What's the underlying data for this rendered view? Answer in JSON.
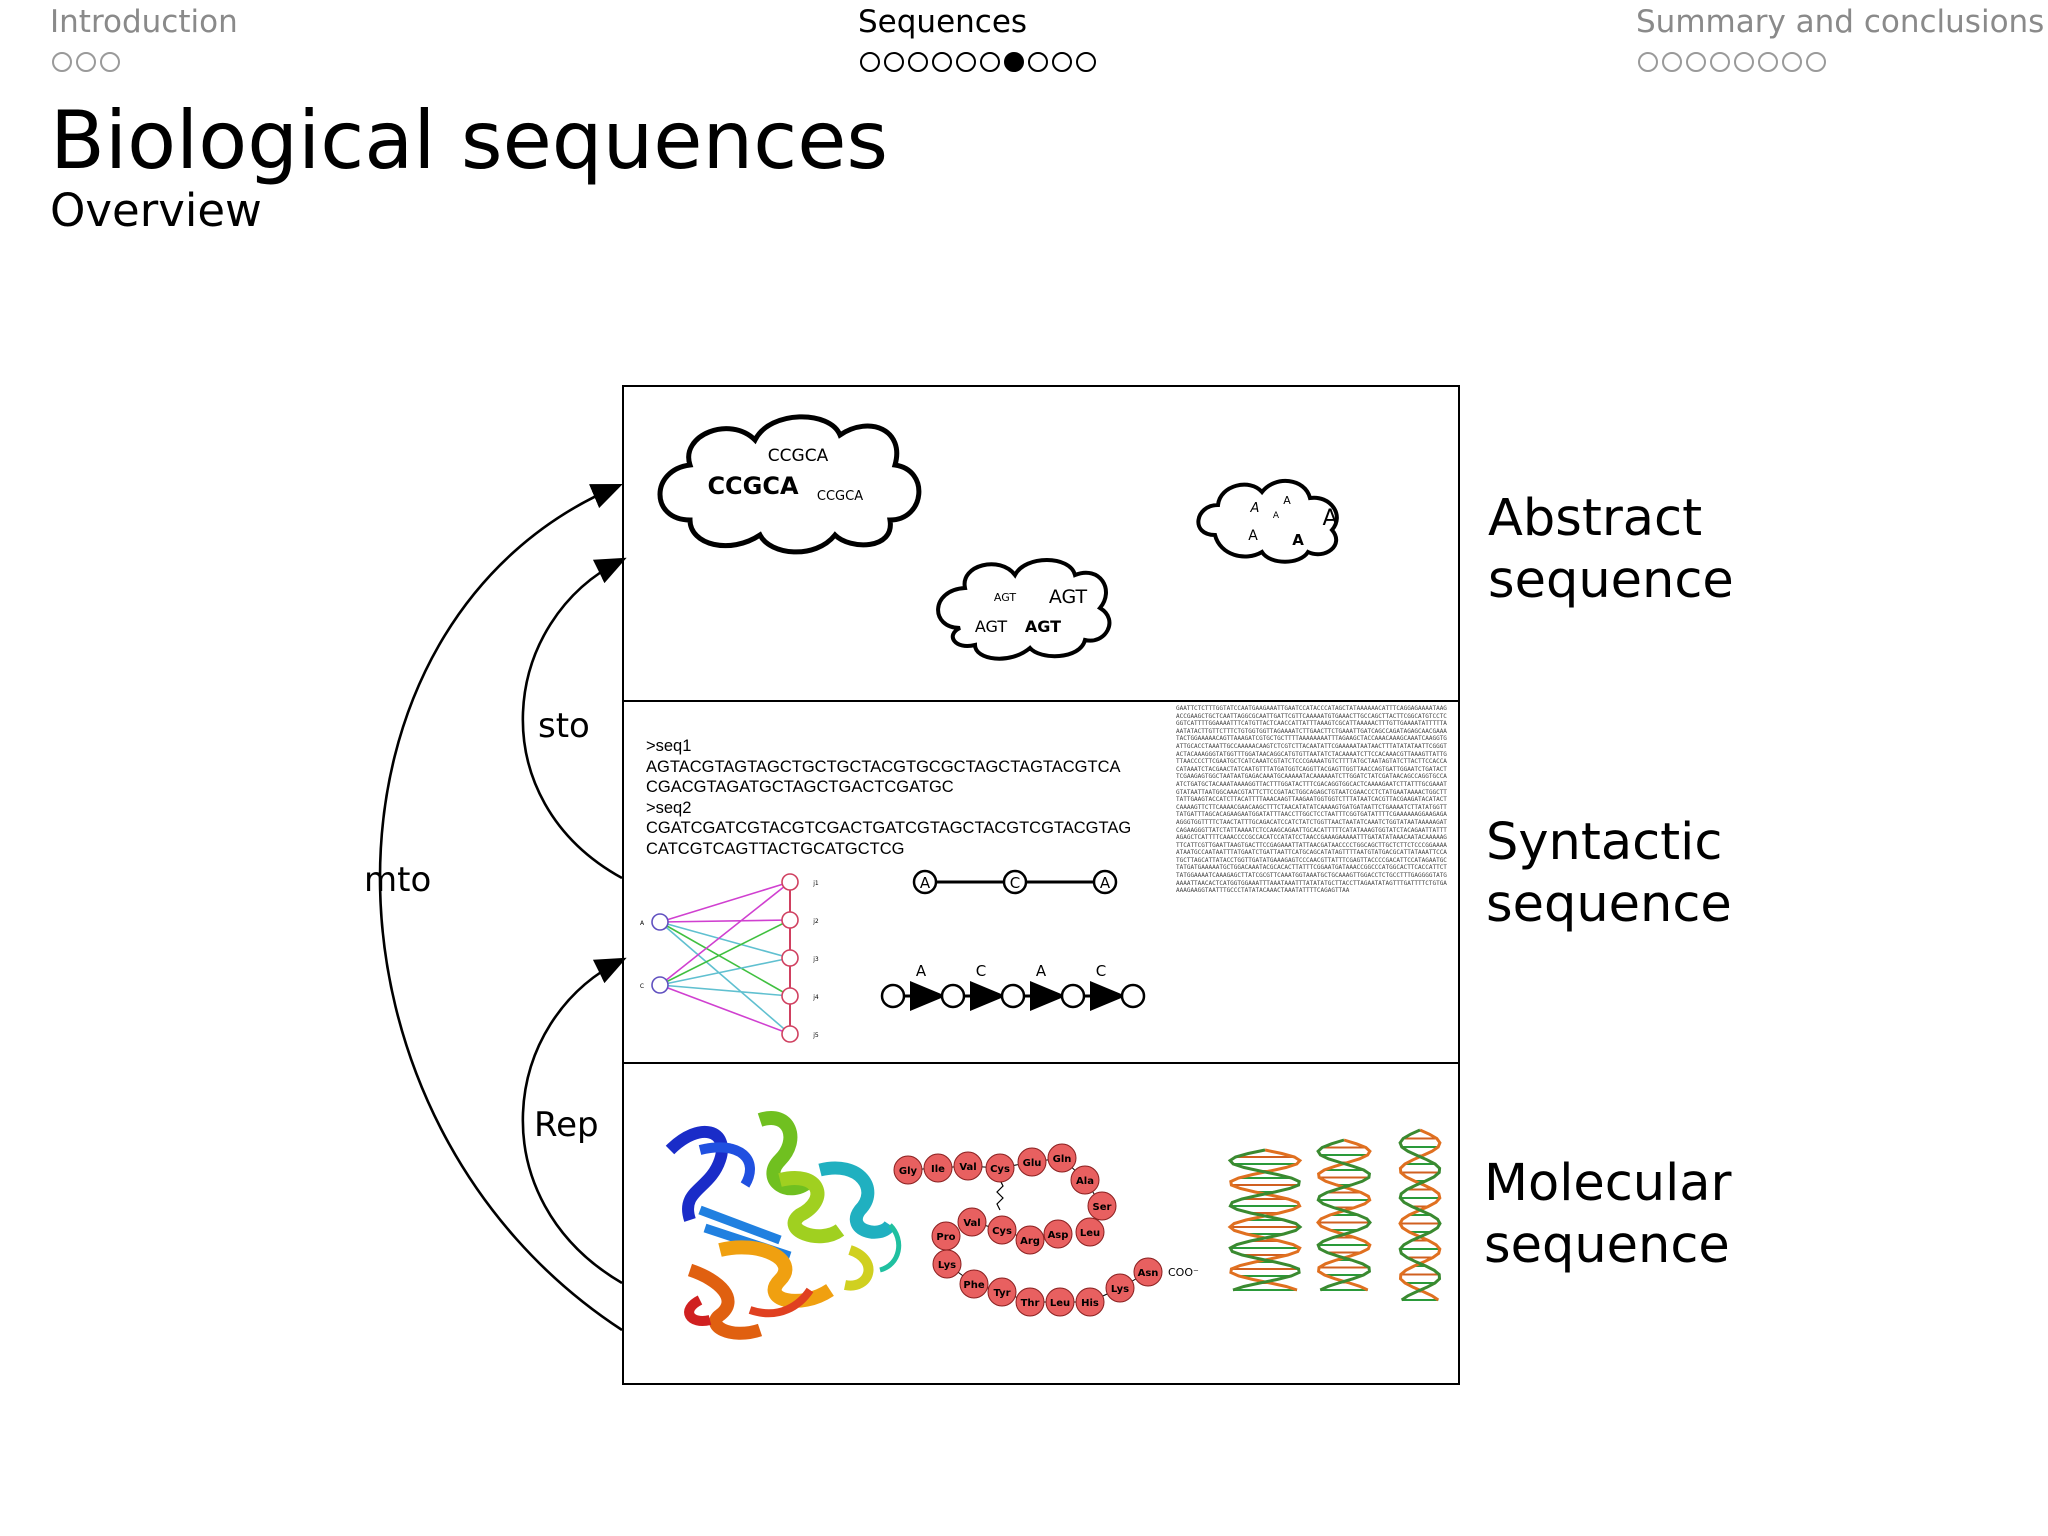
{
  "nav": {
    "sections": [
      {
        "title": "Introduction",
        "dots": 3,
        "current": -1,
        "active": false
      },
      {
        "title": "Sequences",
        "dots": 10,
        "current": 6,
        "active": true
      },
      {
        "title": "Summary and conclusions",
        "dots": 8,
        "current": -1,
        "active": false
      }
    ]
  },
  "frame": {
    "title": "Biological sequences",
    "subtitle": "Overview"
  },
  "diagram": {
    "layers": {
      "abstract": "Abstract\nsequence",
      "syntactic": "Syntactic\nsequence",
      "molecular": "Molecular\nsequence"
    },
    "arrows": {
      "mto": "mto",
      "sto": "sto",
      "rep": "Rep"
    },
    "clouds": {
      "big": [
        "CCGCA",
        "CCGCA",
        "CCGCA"
      ],
      "mid": [
        "AGT",
        "AGT",
        "AGT",
        "AGT"
      ],
      "small": [
        "A",
        "A",
        "A",
        "A",
        "A",
        "A"
      ]
    },
    "fasta": ">seq1\nAGTACGTAGTAGCTGCTGCTACGTGCGCTAGCTAGTACGTCA\nCGACGTAGATGCTAGCTGACTCGATGC\n>seq2\nCGATCGATCGTACGTCGACTGATCGTAGCTACGTCGTACGTAG\nCATCGTCAGTTACTGCATGCTCG",
    "graph": {
      "left_nodes": [
        "A",
        "C"
      ],
      "right_nodes": [
        "j1",
        "j2",
        "j3",
        "j4",
        "j5"
      ]
    },
    "small_graph_nodes": [
      "A",
      "C",
      "A"
    ],
    "chain_labels": [
      "A",
      "C",
      "A",
      "C"
    ],
    "raw_sequence": "GAATTCTCTTTGGTATCCAATGAAGAAATTGAATCCATACCCATAGCTATAAAAAACATTTCAGGAGAAAATAAGACCGAAGCTGCTCAATTAGGCGCAATTGATTCGTTCAAAAATGTGAAACTTGCCAGCTTACTTCGGCATGTCCTCGGTCATTTTGGAAAATTTCATGTTACTCAACCATTATTTAAAGTCGCATTAAAAACTTTGTTGAAAATATTTTTAAATATACTTGTTCTTTCTGTGGTGGTTAGAAAATCTTGAACTTCTGAAATTGATCAGCCAGATAGAGCAACGAAATACTGGAAAAACAGTTAAAGATCGTGCTGCTTTTAAAAAAAATTTAGAAGCTACCAAACAAAGCAAATCAAGGTGATTGCACCTAAATTGCCAAAAACAAGTCTCGTCTTACAATATTCGAAAAATAATAACTTTATATATAATTCGGGTACTACAAAGGGTATGGTTTGGATAACAGGCATGTGTTAATATCTACAAAATCTTCCACAAACGTTAAAGTTATTGTTAACCCCTTCGAATGCTCATCAAATCGTATCTCCCGAAAATGTCTTTTATGCTAATAGTATCTTACTTCCACCACATAAATCTACGAACTATCAATGTTTATGATGGTCAGGTTACGAGTTGGTTAACCAGTGATTGGAATCTGATACTTCGAAGAGTGGCTAATAATGAGACAAATGCAAAAATACAAAAAATCTTGGATCTATCGATAACAGCCAGGTGCCAATCTGATGCTACAAATAAAAGGTTACTTTGGATACTTTCGACAGGTGGCACTCAAAAGAATCTTATTTGCGAAATGTATAATTAATGGCAAACGTATTCTTCCGATACTGGCAGAGCTGTAATCGAACCCTCTATGAATAAAACTGGCTTTATTGAAGTACCATCTTACATTTTAAACAAGTTAAGAATGGTGGTCTTTATAATCACGTTACGAAGATACATACTCAAAAGTTCTTCAAAACGAACAAGCTTTCTAACATATATCAAAAGTGATGATAATTCTGAAAATCTTATATGGTTTATGATTTAGCACAGAAGAATGGATATTTAACCTTGGCTCCTAATTTCGGTGATATTTTCGAAAAAAGGAAGAGAAGGGTGGTTTTCTAACTATTTGCAGACATCCATCTATCTGGTTAACTAATATCAAATCTGGTATAATAAAAAGATCAGAAGGGTTATCTATTAAAATCTCCAAGCAGAATTGCACATTTTTCATATAAAGTGGTATCTACAGAATTATTTAGAGCTCATTTTCAAACCCCGCCACATCCATATCCTAACCGAAAGAAAAATTTGATATATAAACAATACAAAAAGTTCATTCGTTGAATTAAGTGACTTCCGAGAAATTATTAACGATAACCCCTGGCAGCTTGCTCTTCTCCCGGAAAAATAATGCCAATAATTTATGAATCTGATTAATTCATGCAGCATATAGTTTTAATGTATGACGCATTATAAATTCCATGCTTAGCATTATACCTGGTTGATATGAAAGAGTCCCAACGTTATTTCGAGTTACCCCGACATTCCATAGAATGCTATGATGAAAAATGCTGGACAAATACGCACACTTATTTCGGAATGATAAACCGGCCCATGGCACTTCACCATTCTTATGGAAAATCAAAGAGCTTATCGCGTTCAAATGGTAAATGCTGCAAAGTTGGACCTCTGCCTTTGAGGGGTATGAAAATTAACACTCATGGTGGAAATTTAAATAAATTTATATATGCTTACCTTAGAATATAGTTTGATTTTCTGTGAAAAGAAGGTAATTTGCCCTATATACAAACTAAATATTTTCAGAGTTAA"
  },
  "colors": {
    "nav_dim": "#8a8a8a",
    "graph_magenta": "#d040d0",
    "graph_green": "#40c040",
    "graph_cyan": "#60c0d0",
    "graph_node_left": "#6050c0",
    "graph_node_right": "#d04060",
    "residue_fill": "#e86060",
    "seq_highlight_magenta": "#d040d0",
    "seq_highlight_green": "#40c040"
  },
  "molecular": {
    "residues_top": [
      "Gly",
      "Ile",
      "Val",
      "Cys",
      "Glu",
      "Gln"
    ],
    "residues_right": [
      "Ala",
      "Ser",
      "Leu"
    ],
    "residues_loop": [
      "Val",
      "Cys",
      "Arg",
      "Asp"
    ],
    "residues_left": [
      "Pro",
      "Lys"
    ],
    "residues_bottom": [
      "Phe",
      "Tyr",
      "Thr",
      "Leu",
      "His",
      "Lys",
      "Asn"
    ],
    "terminal": "COO⁻",
    "icons": [
      "protein-ribbon-icon",
      "dna-helix-icon"
    ]
  }
}
